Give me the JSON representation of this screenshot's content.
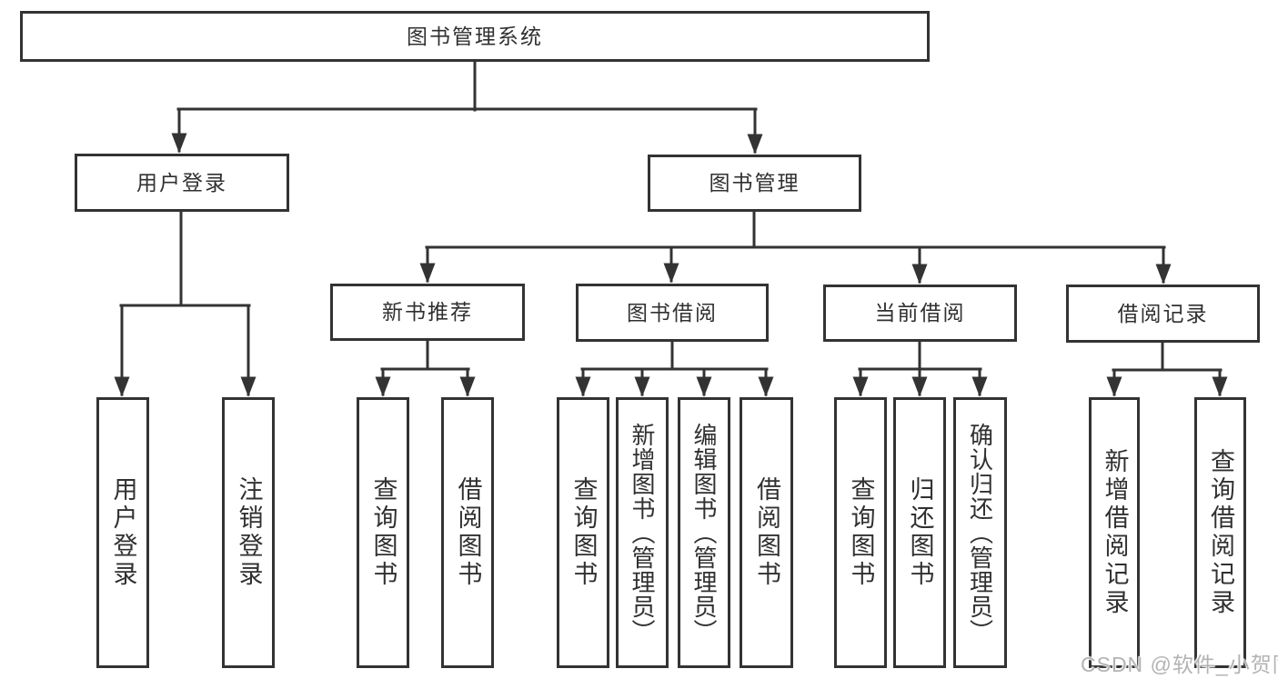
{
  "colors": {
    "background": "#ffffff",
    "box_border": "#333333",
    "connector_line": "#333333",
    "text": "#303030",
    "watermark_text": "#b3b3b3"
  },
  "watermark": {
    "text": "CSDN @软件_小贺同学"
  },
  "tree": {
    "root": {
      "label": "图书管理系统",
      "children": [
        {
          "label": "用户登录",
          "children": [
            {
              "label": "用户登录"
            },
            {
              "label": "注销登录"
            }
          ]
        },
        {
          "label": "图书管理",
          "children": [
            {
              "label": "新书推荐",
              "children": [
                {
                  "label": "查询图书"
                },
                {
                  "label": "借阅图书"
                }
              ]
            },
            {
              "label": "图书借阅",
              "children": [
                {
                  "label": "查询图书"
                },
                {
                  "label": "新增图书（管理员）"
                },
                {
                  "label": "编辑图书（管理员）"
                },
                {
                  "label": "借阅图书"
                }
              ]
            },
            {
              "label": "当前借阅",
              "children": [
                {
                  "label": "查询图书"
                },
                {
                  "label": "归还图书"
                },
                {
                  "label": "确认归还（管理员）"
                }
              ]
            },
            {
              "label": "借阅记录",
              "children": [
                {
                  "label": "新增借阅记录"
                },
                {
                  "label": "查询借阅记录"
                }
              ]
            }
          ]
        }
      ]
    }
  }
}
